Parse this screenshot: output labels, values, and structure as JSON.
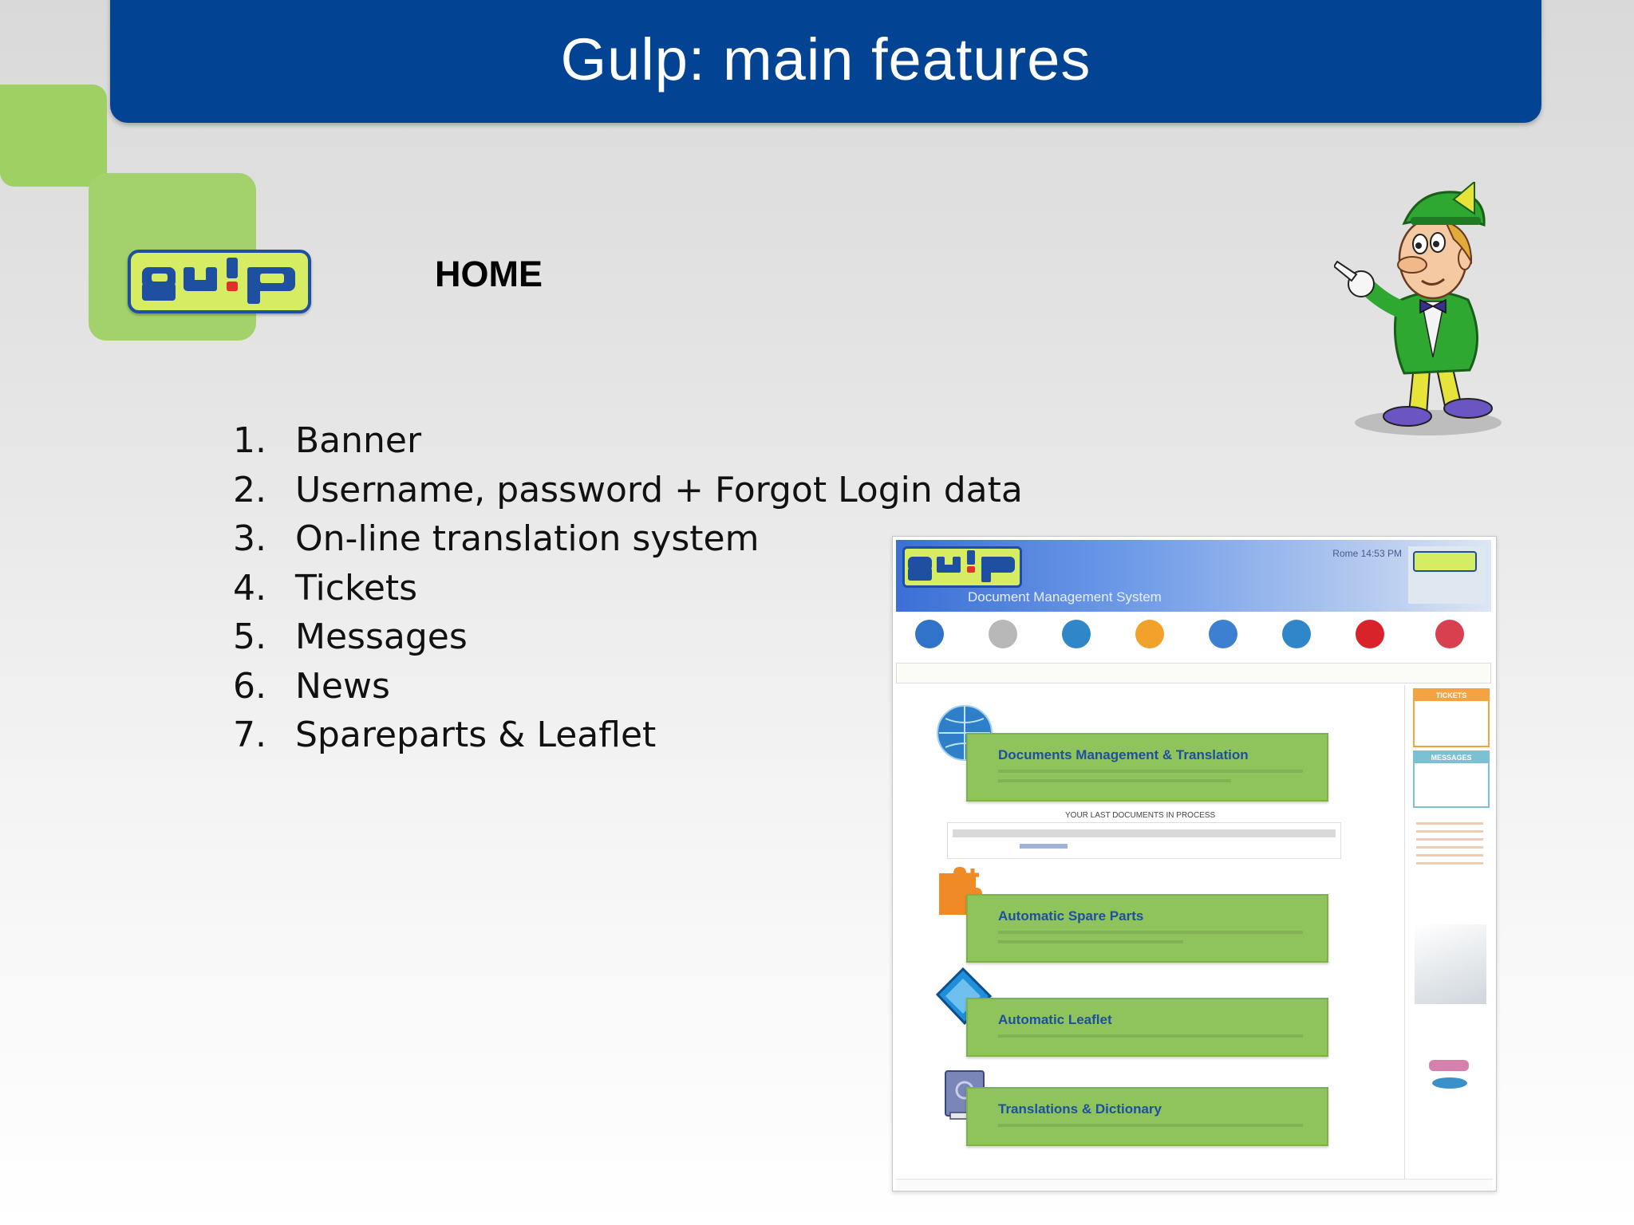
{
  "slide": {
    "title": "Gulp: main features",
    "heading": "HOME",
    "logo_text": "gulp",
    "colors": {
      "title_bar": "#034393",
      "deco_green": "#a3d16b",
      "logo_yellow": "#d6ec63",
      "logo_blue": "#1f4fa0"
    }
  },
  "features": [
    {
      "num": "1.",
      "text": "Banner"
    },
    {
      "num": "2.",
      "text": "Username, password + Forgot Login data"
    },
    {
      "num": "3.",
      "text": "On-line translation system"
    },
    {
      "num": "4.",
      "text": "Tickets"
    },
    {
      "num": "5.",
      "text": "Messages"
    },
    {
      "num": "6.",
      "text": "News"
    },
    {
      "num": "7.",
      "text": "Spareparts & Leaflet"
    }
  ],
  "screenshot": {
    "banner_title": "Document Management System",
    "clock": "Rome 14:53 PM",
    "tickets_label": "TICKETS",
    "messages_label": "MESSAGES",
    "docs_title": "YOUR LAST DOCUMENTS IN PROCESS",
    "cards": [
      {
        "title": "Documents Management & Translation",
        "icon": "globe-icon"
      },
      {
        "title": "Automatic Spare Parts",
        "icon": "puzzle-icon"
      },
      {
        "title": "Automatic Leaflet",
        "icon": "leaflet-icon"
      },
      {
        "title": "Translations & Dictionary",
        "icon": "dictionary-icon"
      }
    ],
    "nav_colors": [
      "#2f74c9",
      "#b8b8b8",
      "#2f86c9",
      "#f2a12a",
      "#3d7fd0",
      "#2f86c9",
      "#d8232a",
      "#d84050"
    ]
  }
}
